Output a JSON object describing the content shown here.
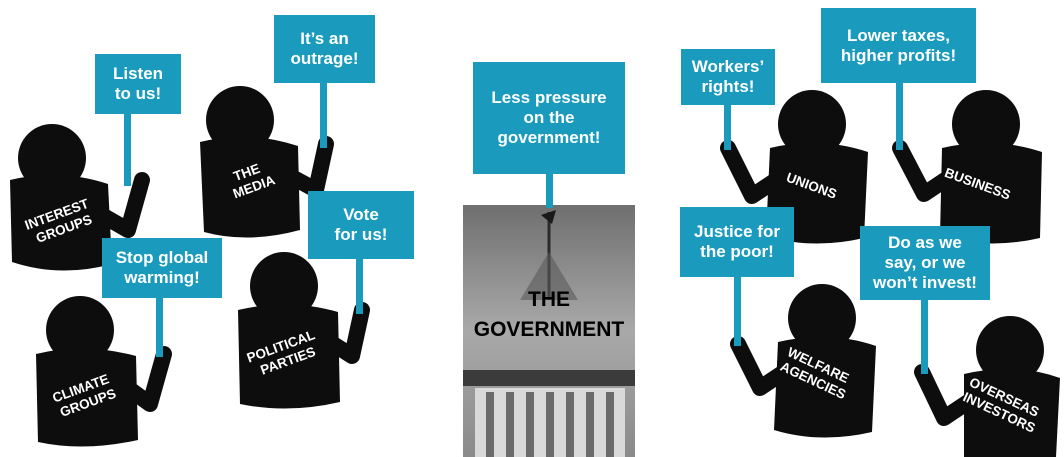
{
  "groups": {
    "interest_groups": {
      "sign": "Listen\nto us!",
      "label_line1": "INTEREST",
      "label_line2": "GROUPS"
    },
    "media": {
      "sign": "It’s an\noutrage!",
      "label_line1": "THE",
      "label_line2": "MEDIA"
    },
    "climate_groups": {
      "sign": "Stop global\nwarming!",
      "label_line1": "CLIMATE",
      "label_line2": "GROUPS"
    },
    "political_parties": {
      "sign": "Vote\nfor us!",
      "label_line1": "POLITICAL",
      "label_line2": "PARTIES"
    },
    "government": {
      "sign": "Less pressure\non the\ngovernment!",
      "label_line1": "THE",
      "label_line2": "GOVERNMENT"
    },
    "unions": {
      "sign": "Workers’\nrights!",
      "label_line1": "UNIONS"
    },
    "business": {
      "sign": "Lower taxes,\nhigher profits!",
      "label_line1": "BUSINESS"
    },
    "welfare_agencies": {
      "sign": "Justice for\nthe poor!",
      "label_line1": "WELFARE",
      "label_line2": "AGENCIES"
    },
    "overseas_investors": {
      "sign": "Do as we\nsay, or we\nwon’t invest!",
      "label_line1": "OVERSEAS",
      "label_line2": "INVESTORS"
    }
  },
  "colors": {
    "sign": "#1a9bbd",
    "figure": "#0d0d0d",
    "label": "#ffffff"
  },
  "icons": {
    "person": "person-silhouette-icon",
    "building": "parliament-house-image"
  }
}
